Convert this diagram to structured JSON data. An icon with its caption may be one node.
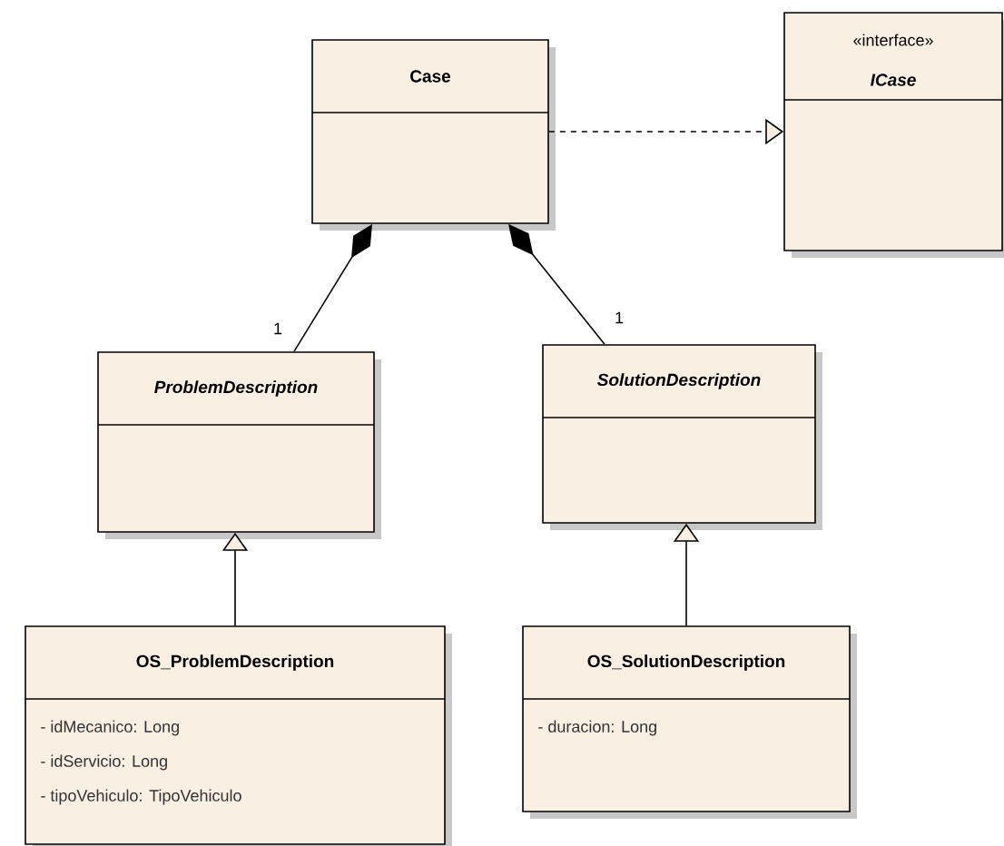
{
  "diagram": {
    "nodes": [
      {
        "text": [
          "Case"
        ]
      },
      {
        "text": [
          "«interface»",
          "ICase"
        ]
      },
      {
        "text": [
          "ProblemDescription"
        ]
      },
      {
        "text": [
          "SolutionDescription"
        ]
      },
      {
        "text": [
          "OS_ProblemDescription",
          "- idMecanico: Long",
          "- idServicio: Long",
          "- tipoVehiculo: TipoVehiculo"
        ]
      },
      {
        "text": [
          "OS_SolutionDescription",
          "- duracion: Long"
        ]
      }
    ],
    "edges": [
      {
        "from": 0,
        "to": 1,
        "arrow": "to",
        "style": "dashed"
      },
      {
        "from": 2,
        "to": 0,
        "arrow": "other",
        "label": "1"
      },
      {
        "from": 3,
        "to": 0,
        "arrow": "other",
        "label": "1"
      },
      {
        "from": 4,
        "to": 2,
        "arrow": "to"
      },
      {
        "from": 5,
        "to": 3,
        "arrow": "to"
      }
    ]
  }
}
